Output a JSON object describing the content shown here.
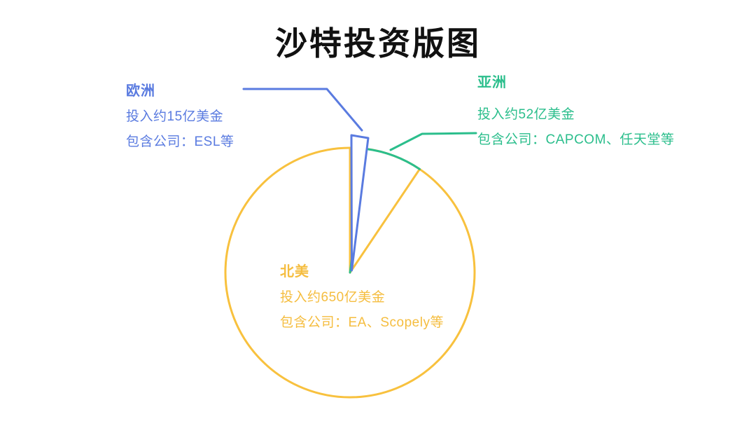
{
  "title": "沙特投资版图",
  "colors": {
    "title_text": "#111111",
    "background": "#ffffff",
    "north_america": "#F8C13E",
    "asia": "#2BBE8C",
    "europe": "#5A7BE0"
  },
  "chart_data": {
    "type": "pie",
    "title": "沙特投资版图",
    "unit": "亿美金",
    "legend_position": "callout-labels",
    "style_hint": "outline-only pie on white background; europe slice exploded upward past the rim; callout leader lines to europe and asia labels; north america label inside circle",
    "segments": [
      {
        "label": "北美",
        "value": 650,
        "amount_text": "投入约650亿美金",
        "companies_text": "包含公司：EA、Scopely等",
        "color": "#F8C13E"
      },
      {
        "label": "亚洲",
        "value": 52,
        "amount_text": "投入约52亿美金",
        "companies_text": "包含公司：CAPCOM、任天堂等",
        "color": "#2BBE8C"
      },
      {
        "label": "欧洲",
        "value": 15,
        "amount_text": "投入约15亿美金",
        "companies_text": "包含公司：ESL等",
        "color": "#5A7BE0"
      }
    ]
  }
}
